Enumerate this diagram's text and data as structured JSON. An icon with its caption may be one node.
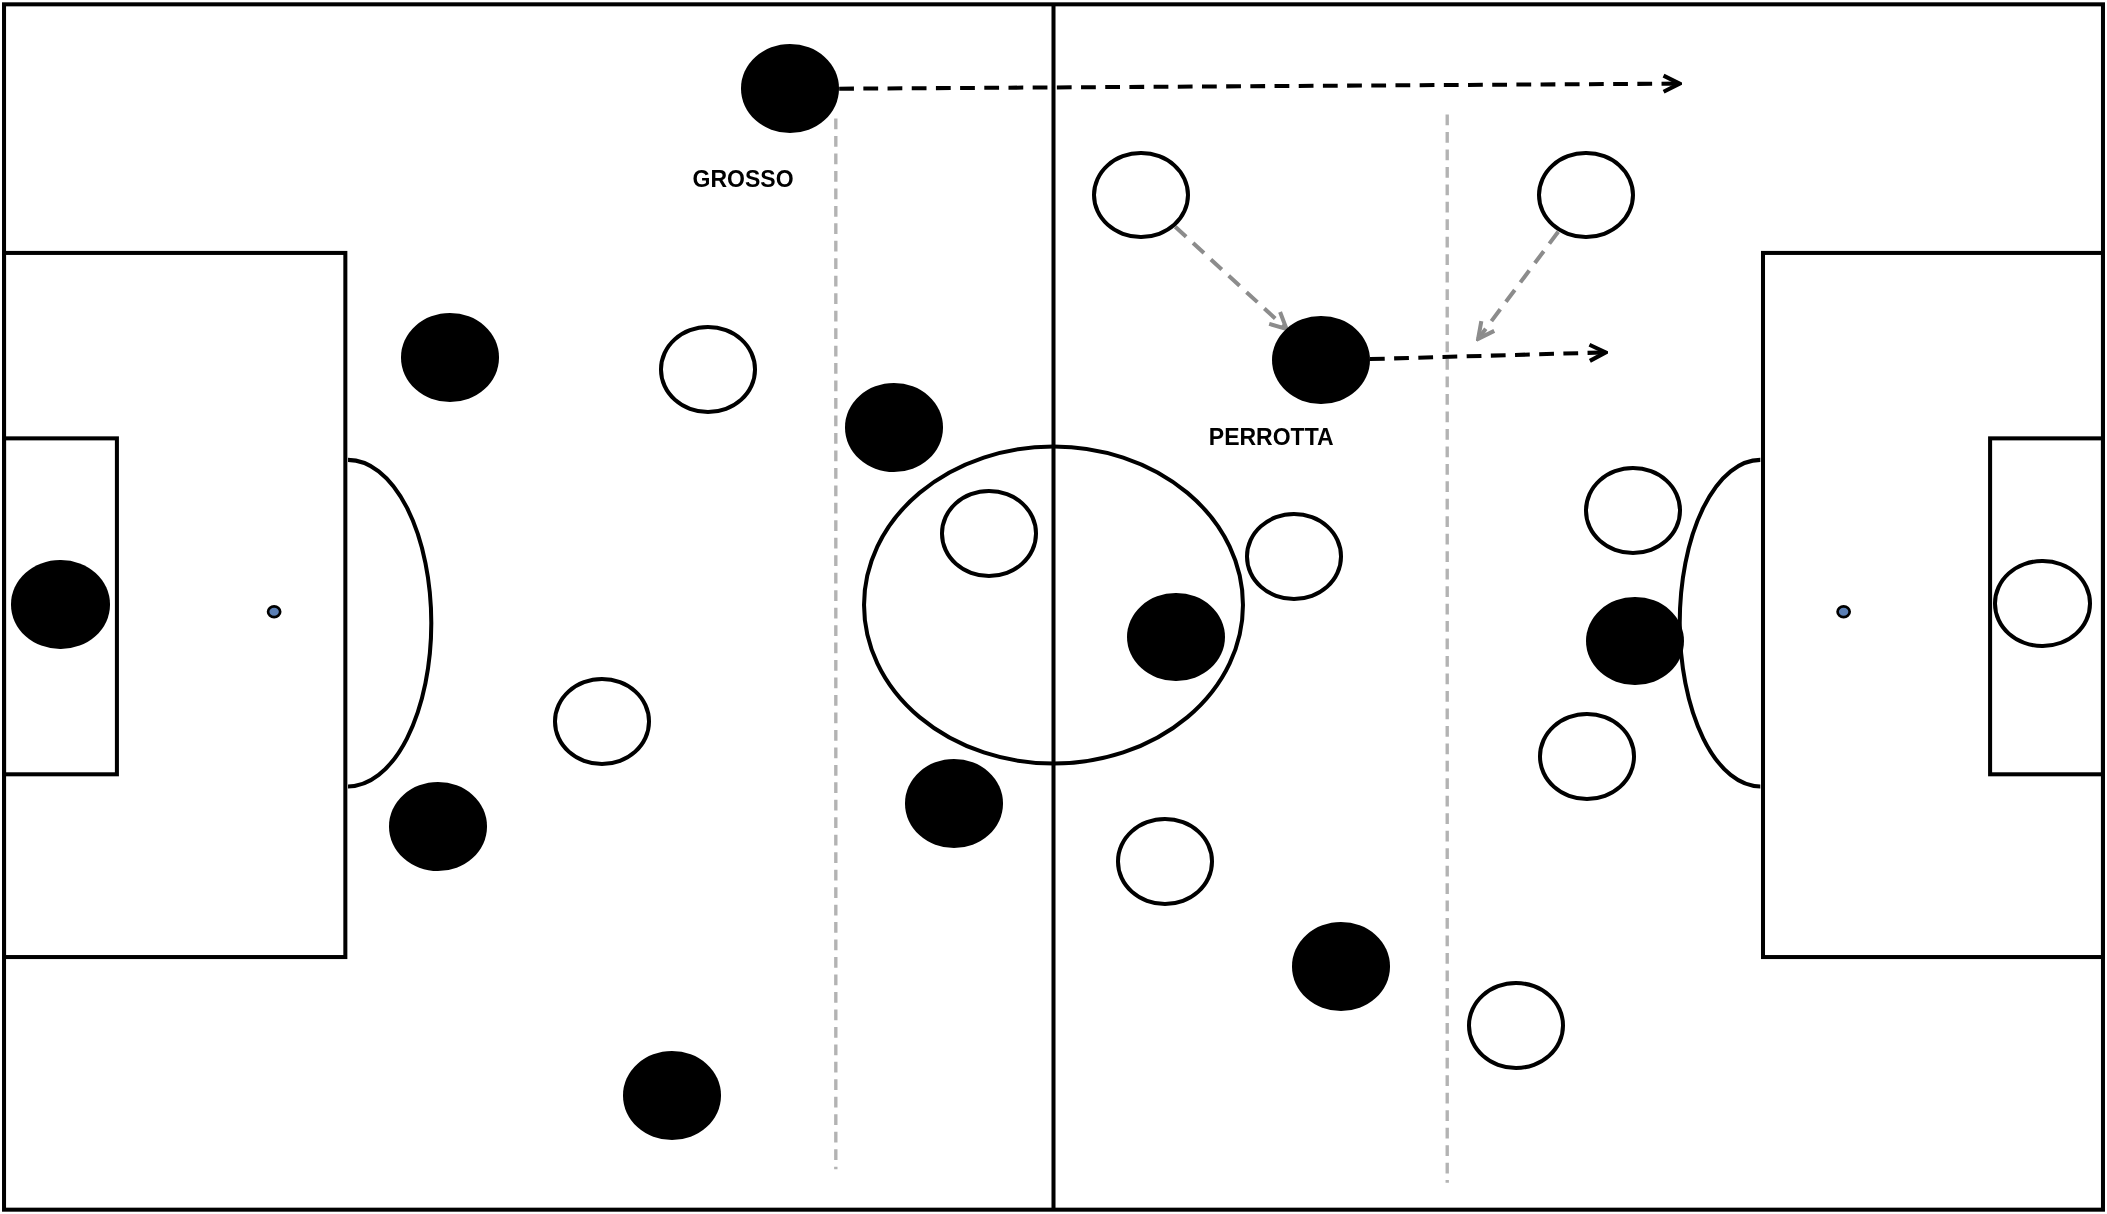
{
  "diagram": {
    "nodes": [
      {
        "text": [],
        "shape": "circle"
      },
      {
        "text": [],
        "shape": "circle"
      },
      {
        "text": [],
        "shape": "circle"
      },
      {
        "text": [],
        "shape": "circle"
      },
      {
        "text": [],
        "shape": "circle"
      },
      {
        "text": [],
        "shape": "circle"
      },
      {
        "text": [],
        "shape": "circle",
        "beside": [
          "GROSSO"
        ]
      },
      {
        "text": [],
        "shape": "circle"
      },
      {
        "text": [],
        "shape": "circle"
      },
      {
        "text": [],
        "shape": "circle"
      },
      {
        "text": [],
        "shape": "circle"
      },
      {
        "text": [],
        "shape": "circle"
      },
      {
        "text": [],
        "shape": "circle"
      },
      {
        "text": [],
        "shape": "circle"
      },
      {
        "text": [],
        "shape": "circle",
        "beside": [
          "PERROTTA"
        ]
      },
      {
        "text": [],
        "shape": "circle"
      },
      {
        "text": [],
        "shape": "circle"
      },
      {
        "text": [],
        "shape": "circle"
      },
      {
        "text": [],
        "shape": "circle"
      },
      {
        "text": [],
        "shape": "circle"
      },
      {
        "text": [],
        "shape": "circle"
      },
      {
        "text": [],
        "shape": "circle"
      }
    ],
    "edges": [
      {
        "from": 6,
        "to": null,
        "arrow": "to",
        "style": "dashed"
      },
      {
        "from": 14,
        "to": null,
        "arrow": "to",
        "style": "dashed"
      },
      {
        "from": 10,
        "to": 14,
        "arrow": "to",
        "style": "dashed",
        "color": "#8c8c8c"
      },
      {
        "from": 17,
        "to": null,
        "arrow": "to",
        "style": "dashed",
        "color": "#8c8c8c"
      }
    ]
  }
}
